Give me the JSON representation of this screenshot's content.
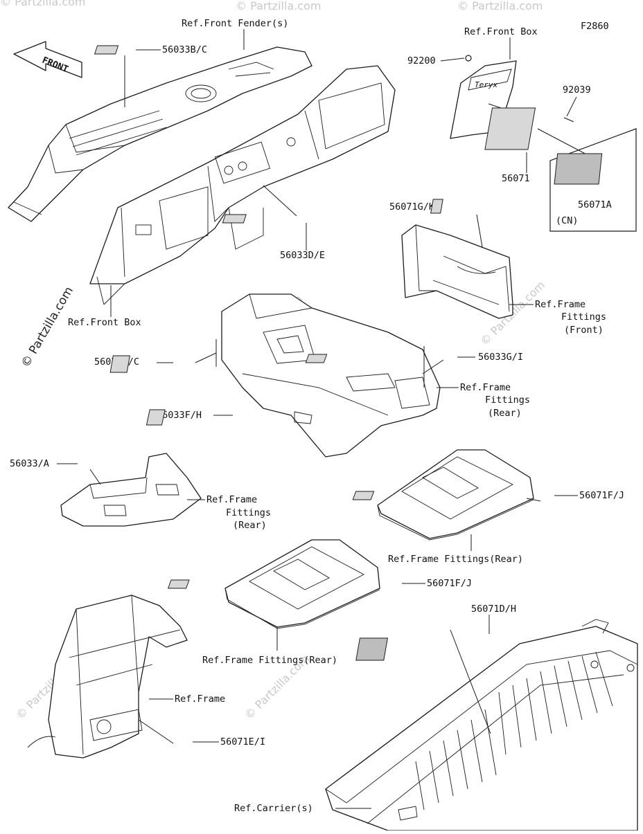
{
  "diagram_code": "F2860",
  "watermark": {
    "side_text": "© Partzilla.com",
    "tile_text": "© Partzilla.com"
  },
  "front_arrow": {
    "text": "FRONT"
  },
  "reference_labels": {
    "front_fenders": "Ref.Front Fender(s)",
    "front_box_top": "Ref.Front Box",
    "front_box_left": "Ref.Front Box",
    "frame_fittings_front": [
      "Ref.Frame",
      "Fittings",
      "(Front)"
    ],
    "frame_fittings_rear_console": [
      "Ref.Frame",
      "Fittings",
      "(Rear)"
    ],
    "frame_fittings_rear_plate": [
      "Ref.Frame",
      "Fittings",
      "(Rear)"
    ],
    "frame_fittings_rear_tray1": "Ref.Frame Fittings(Rear)",
    "frame_fittings_rear_tray2": "Ref.Frame Fittings(Rear)",
    "frame": "Ref.Frame",
    "carriers": "Ref.Carrier(s)"
  },
  "part_labels": {
    "p56033bc": "56033B/C",
    "p56033de": "56033D/E",
    "p92200": "92200",
    "p92039": "92039",
    "p56071": "56071",
    "p56071a": "56071A",
    "cn": "(CN)",
    "p56071gk": "56071G/K",
    "p56071bc": "56071B/C",
    "p56033gi": "56033G/I",
    "p56033fh": "56033F/H",
    "p56033a": "56033/A",
    "p56071fj_1": "56071F/J",
    "p56071fj_2": "56071F/J",
    "p56071dh": "56071D/H",
    "p56071ei": "56071E/I"
  }
}
